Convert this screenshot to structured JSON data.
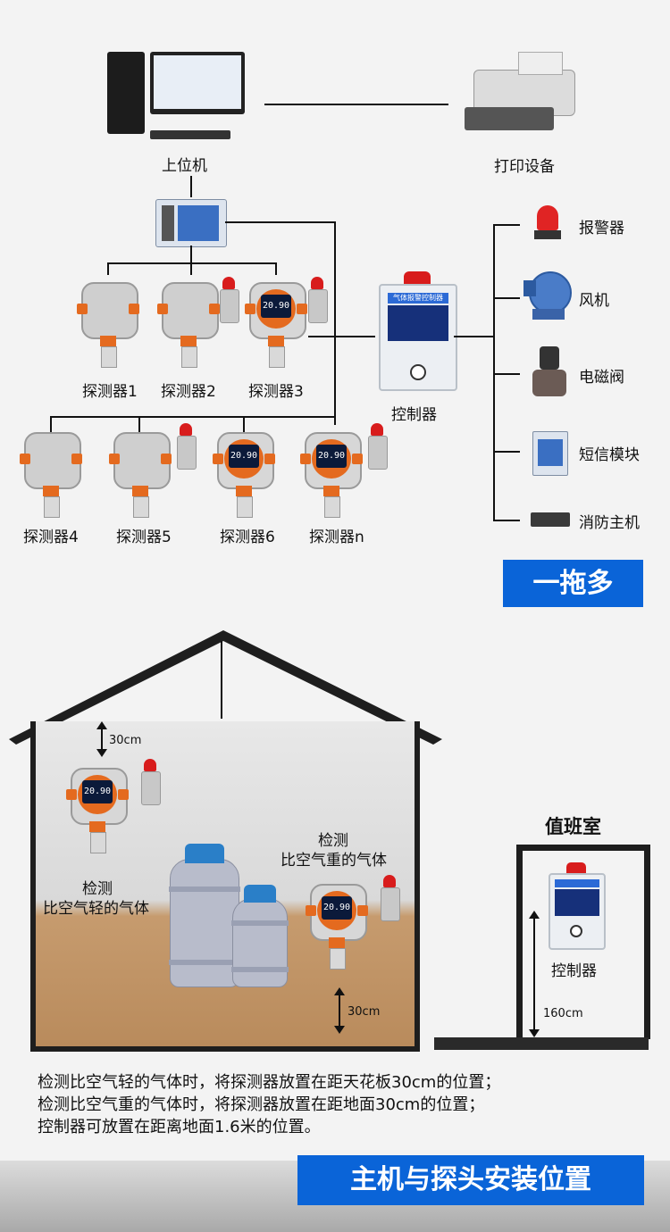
{
  "top": {
    "host_label": "上位机",
    "printer_label": "打印设备",
    "detectors_row1": [
      "探测器1",
      "探测器2",
      "探测器3"
    ],
    "detectors_row2": [
      "探测器4",
      "探测器5",
      "探测器6",
      "探测器n"
    ],
    "controller_label": "控制器",
    "controller_header": "气体报警控制器",
    "outputs": [
      "报警器",
      "风机",
      "电磁阀",
      "短信模块",
      "消防主机"
    ],
    "badge": "一拖多",
    "screen_value": "20.90"
  },
  "room": {
    "top_distance": "30cm",
    "light_gas_text_line1": "检测",
    "light_gas_text_line2": "比空气轻的气体",
    "heavy_gas_text_line1": "检测",
    "heavy_gas_text_line2": "比空气重的气体",
    "bottom_distance": "30cm",
    "duty_room": "值班室",
    "duty_controller": "控制器",
    "duty_height": "160cm"
  },
  "notes": [
    "检测比空气轻的气体时，将探测器放置在距天花板30cm的位置；",
    "检测比空气重的气体时，将探测器放置在距地面30cm的位置；",
    "控制器可放置在距离地面1.6米的位置。"
  ],
  "footer_badge": "主机与探头安装位置",
  "colors": {
    "accent": "#0a64d8",
    "detector_orange": "#e46a1f",
    "alarm_red": "#d81c1c"
  }
}
